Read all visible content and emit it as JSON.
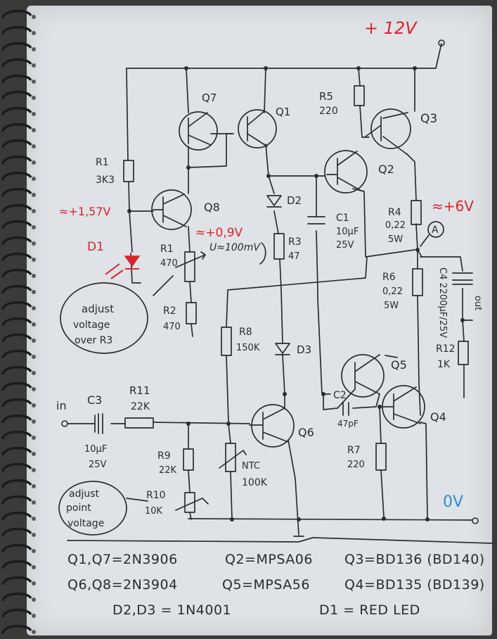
{
  "supply": {
    "v12": "+ 12V",
    "v6": "≈+6V",
    "ground": "0V"
  },
  "annotations": {
    "v157": "≈+1,57V",
    "v09": "≈+0,9V",
    "u100": "U≈100mV",
    "adjust_r3": [
      "adjust",
      "voltage",
      "over R3"
    ],
    "adjust_a": [
      "adjust",
      "point",
      "voltage"
    ],
    "point_a": "A"
  },
  "components": {
    "q7": "Q7",
    "q1": "Q1",
    "q3": "Q3",
    "q2": "Q2",
    "q8": "Q8",
    "q5": "Q5",
    "q4": "Q4",
    "q6": "Q6",
    "r5": [
      "R5",
      "220"
    ],
    "r1a": [
      "R1",
      "3K3"
    ],
    "d1": "D1",
    "d2": "D2",
    "d3": "D3",
    "c1": [
      "C1",
      "10µF",
      "25V"
    ],
    "r4": [
      "R4",
      "0,22",
      "5W"
    ],
    "r1": [
      "R1",
      "470"
    ],
    "r3": [
      "R3",
      "47"
    ],
    "r6": [
      "R6",
      "0,22",
      "5W"
    ],
    "c4": "C4 2200µF/25V",
    "out": "out",
    "r2": [
      "R2",
      "470"
    ],
    "r8": [
      "R8",
      "150K"
    ],
    "r12": [
      "R12",
      "1K"
    ],
    "in": "in",
    "c3": [
      "C3",
      "10µF",
      "25V"
    ],
    "r11": [
      "R11",
      "22K"
    ],
    "c2": [
      "C2",
      "47pF"
    ],
    "r7": [
      "R7",
      "220"
    ],
    "r9": [
      "R9",
      "22K"
    ],
    "r10": [
      "R10",
      "10K"
    ],
    "ntc": [
      "NTC",
      "100K"
    ]
  },
  "footer": [
    "Q1,Q7=2N3906",
    "Q2=MPSA06",
    "Q3=BD136 (BD140)",
    "Q6,Q8=2N3904",
    "Q5=MPSA56",
    "Q4=BD135 (BD139)",
    "D2,D3 = 1N4001",
    "D1 = RED LED"
  ],
  "colors": {
    "ink": "#2b2b30",
    "red": "#d8262d",
    "blue": "#2f8fc9",
    "paper": "#dfe2e6"
  }
}
